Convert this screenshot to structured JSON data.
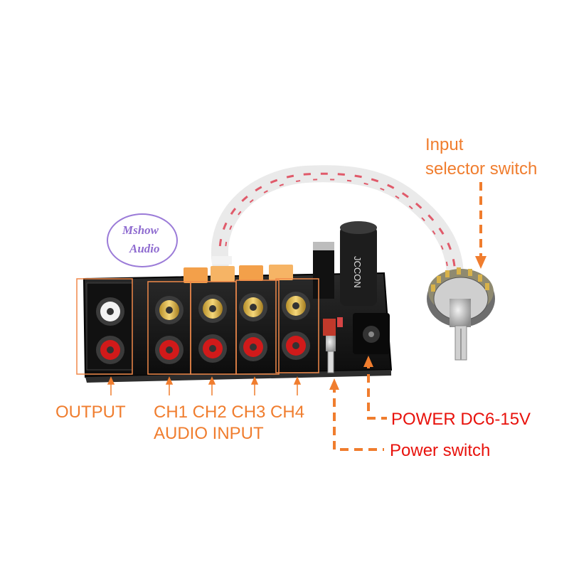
{
  "watermark": {
    "line1": "Mshow",
    "line2": "Audio"
  },
  "labels": {
    "output": "OUTPUT",
    "channels": "CH1 CH2 CH3 CH4",
    "audio_input": "AUDIO INPUT",
    "power_dc": "POWER DC6-15V",
    "power_switch": "Power switch",
    "selector_line1": "Input",
    "selector_line2": "selector switch"
  },
  "components": {
    "capacitor_text": "JCCON"
  },
  "colors": {
    "label_orange": "#f07d2e",
    "label_red": "#e8120c",
    "frame_orange": "#f0894a",
    "board": "#151515",
    "rca_red": "#d11a1a",
    "rca_white": "#f2f2f2",
    "relay": "#f3a04a",
    "cable_stripe": "#e05a6a"
  }
}
